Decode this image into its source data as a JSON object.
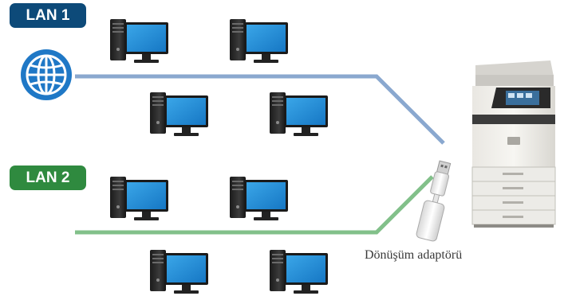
{
  "networks": [
    {
      "label": "LAN 1",
      "color": "#0d4a79",
      "line_color": "#8aa8cf"
    },
    {
      "label": "LAN 2",
      "color": "#2f8a3f",
      "line_color": "#82c08a"
    }
  ],
  "adapter": {
    "caption": "Dönüşüm adaptörü"
  },
  "icons": {
    "globe": "globe-icon",
    "computer": "desktop-computer-icon",
    "printer": "multifunction-printer",
    "usb": "usb-adapter-icon"
  }
}
